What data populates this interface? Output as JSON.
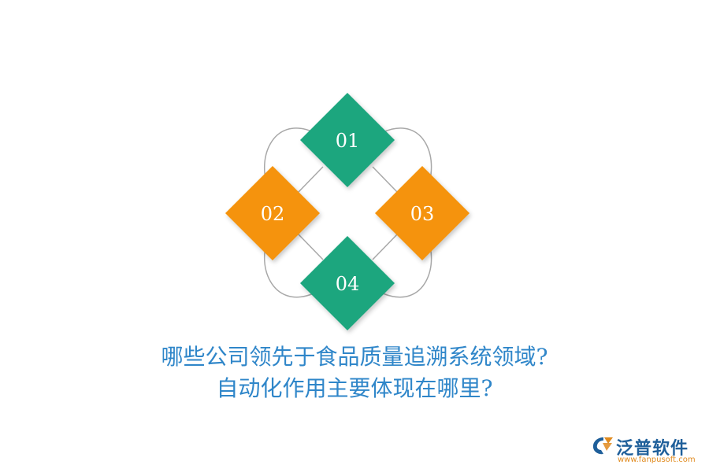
{
  "diagram": {
    "items": [
      {
        "label": "01",
        "color": "#1aa67e"
      },
      {
        "label": "02",
        "color": "#f5930c"
      },
      {
        "label": "03",
        "color": "#f5930c"
      },
      {
        "label": "04",
        "color": "#1aa67e"
      }
    ],
    "connector_color": "#a8a8a8"
  },
  "title": {
    "line1": "哪些公司领先于食品质量追溯系统领域?",
    "line2": "自动化作用主要体现在哪里?"
  },
  "brand": {
    "name": "泛普软件",
    "url": "www.fanpusoft.com",
    "logo_icon": "fanpu-logo-icon",
    "primary_color": "#1f5f9a",
    "accent_color": "#e08a1e"
  }
}
